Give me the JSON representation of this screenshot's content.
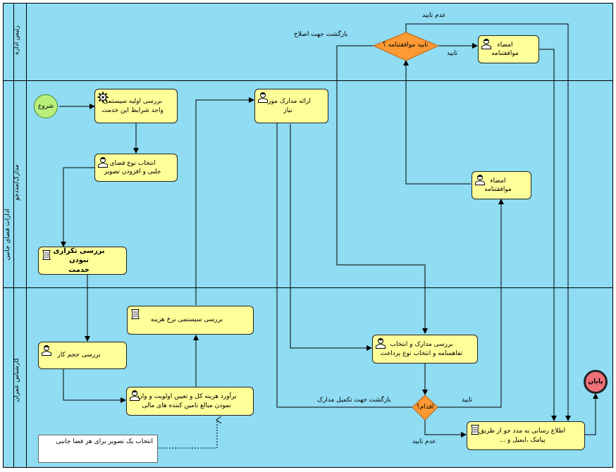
{
  "pool": {
    "name": "ادارات فضای جانبی"
  },
  "lanes": [
    {
      "id": "lane-director",
      "name": "رئیس اداره"
    },
    {
      "id": "lane-docs",
      "name": "مدارک/مددجو"
    },
    {
      "id": "lane-expert",
      "name": "کارشناس عمران"
    }
  ],
  "events": {
    "start": "شروع",
    "end": "پایان"
  },
  "tasks": {
    "initial_review": [
      "بررسی اولیه سیستمی",
      "واجد شرایط این خدمت"
    ],
    "select_space": [
      "انتخاب نوع  فضای",
      "جلبی و افزودن تصویر"
    ],
    "duplicate_check": [
      "بررسی تکراری نبودن",
      "خدمت"
    ],
    "submit_docs": [
      "ارائه مدارک  مورد",
      "نیاز"
    ],
    "sign_docs": [
      "امضاء",
      "موافقتنامه"
    ],
    "sign_director": [
      "امضاء",
      "موافقتنامه"
    ],
    "cost_rate": [
      "بررسی سیستمی نرخ هزینه"
    ],
    "work_volume": [
      "بررسی حجم کار"
    ],
    "cost_estimate": [
      "برآورد هزینه کل و تعیین اولویت و وارد",
      "نمودن مبالغ تامین کننده  های مالی"
    ],
    "review_docs": [
      "بررسی مدارک و انتخاب",
      "تفاهمنامه و انتخاب نوع پرداخت"
    ],
    "notify": [
      "اطلاع رسانی به مدد جو از طریق",
      "پیامک ،ایمیل و ..."
    ]
  },
  "gateways": {
    "agreement_approval": "تایید موافقتنامه ؟",
    "action": "اقدام؟"
  },
  "flow_labels": {
    "not_approved_top": "عدم تایید",
    "return_fix": "بازگشت جهت اصلاح",
    "approved_top": "تایید",
    "return_docs": "بازگشت جهت تکمیل مدارک",
    "approved_bottom": "تایید",
    "not_approved_bottom": "عدم تایید"
  },
  "annotation": "انتخاب یک تصویر برای هر فضا جانبی",
  "colors": {
    "pool_bg": "#8fdcf3",
    "task_fill": "#ffff99",
    "gateway_fill": "#ff9933",
    "start_fill": "#b9f07c",
    "end_fill": "#f0707a"
  }
}
